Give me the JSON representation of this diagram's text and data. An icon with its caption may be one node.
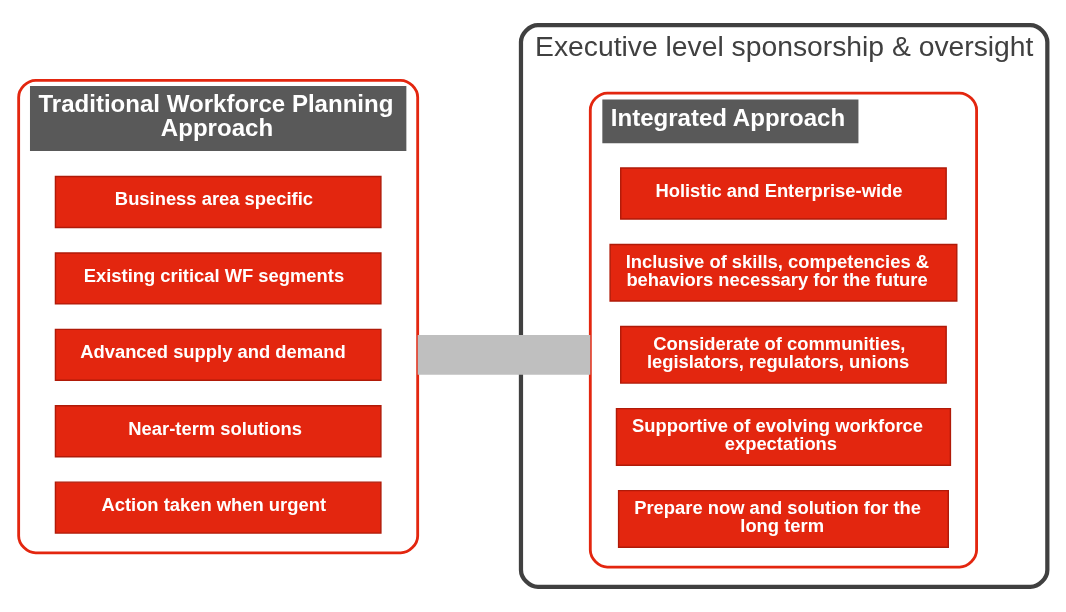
{
  "diagram": {
    "nodes": [
      {
        "text": [
          "Traditional Workforce Planning Approach"
        ]
      },
      {
        "text": [
          "Business area specific"
        ],
        "in": 0
      },
      {
        "text": [
          "Existing critical WF segments"
        ],
        "in": 0
      },
      {
        "text": [
          "Advanced supply and demand"
        ],
        "in": 0
      },
      {
        "text": [
          "Near-term solutions"
        ],
        "in": 0
      },
      {
        "text": [
          "Action taken when urgent"
        ],
        "in": 0
      },
      {
        "text": [
          "Executive level sponsorship & oversight"
        ]
      },
      {
        "text": [
          "Integrated Approach"
        ],
        "in": 6
      },
      {
        "text": [
          "Holistic and Enterprise-wide"
        ],
        "in": 7
      },
      {
        "text": [
          "Inclusive of skills, competencies & behaviors necessary for the future"
        ],
        "in": 7
      },
      {
        "text": [
          "Considerate of communities, legislators, regulators, unions"
        ],
        "in": 7
      },
      {
        "text": [
          "Supportive of evolving workforce expectations"
        ],
        "in": 7
      },
      {
        "text": [
          "Prepare now and solution for the long term"
        ],
        "in": 7
      }
    ],
    "edges": [
      {
        "from": 0,
        "to": 7,
        "arrow": "none"
      }
    ]
  }
}
